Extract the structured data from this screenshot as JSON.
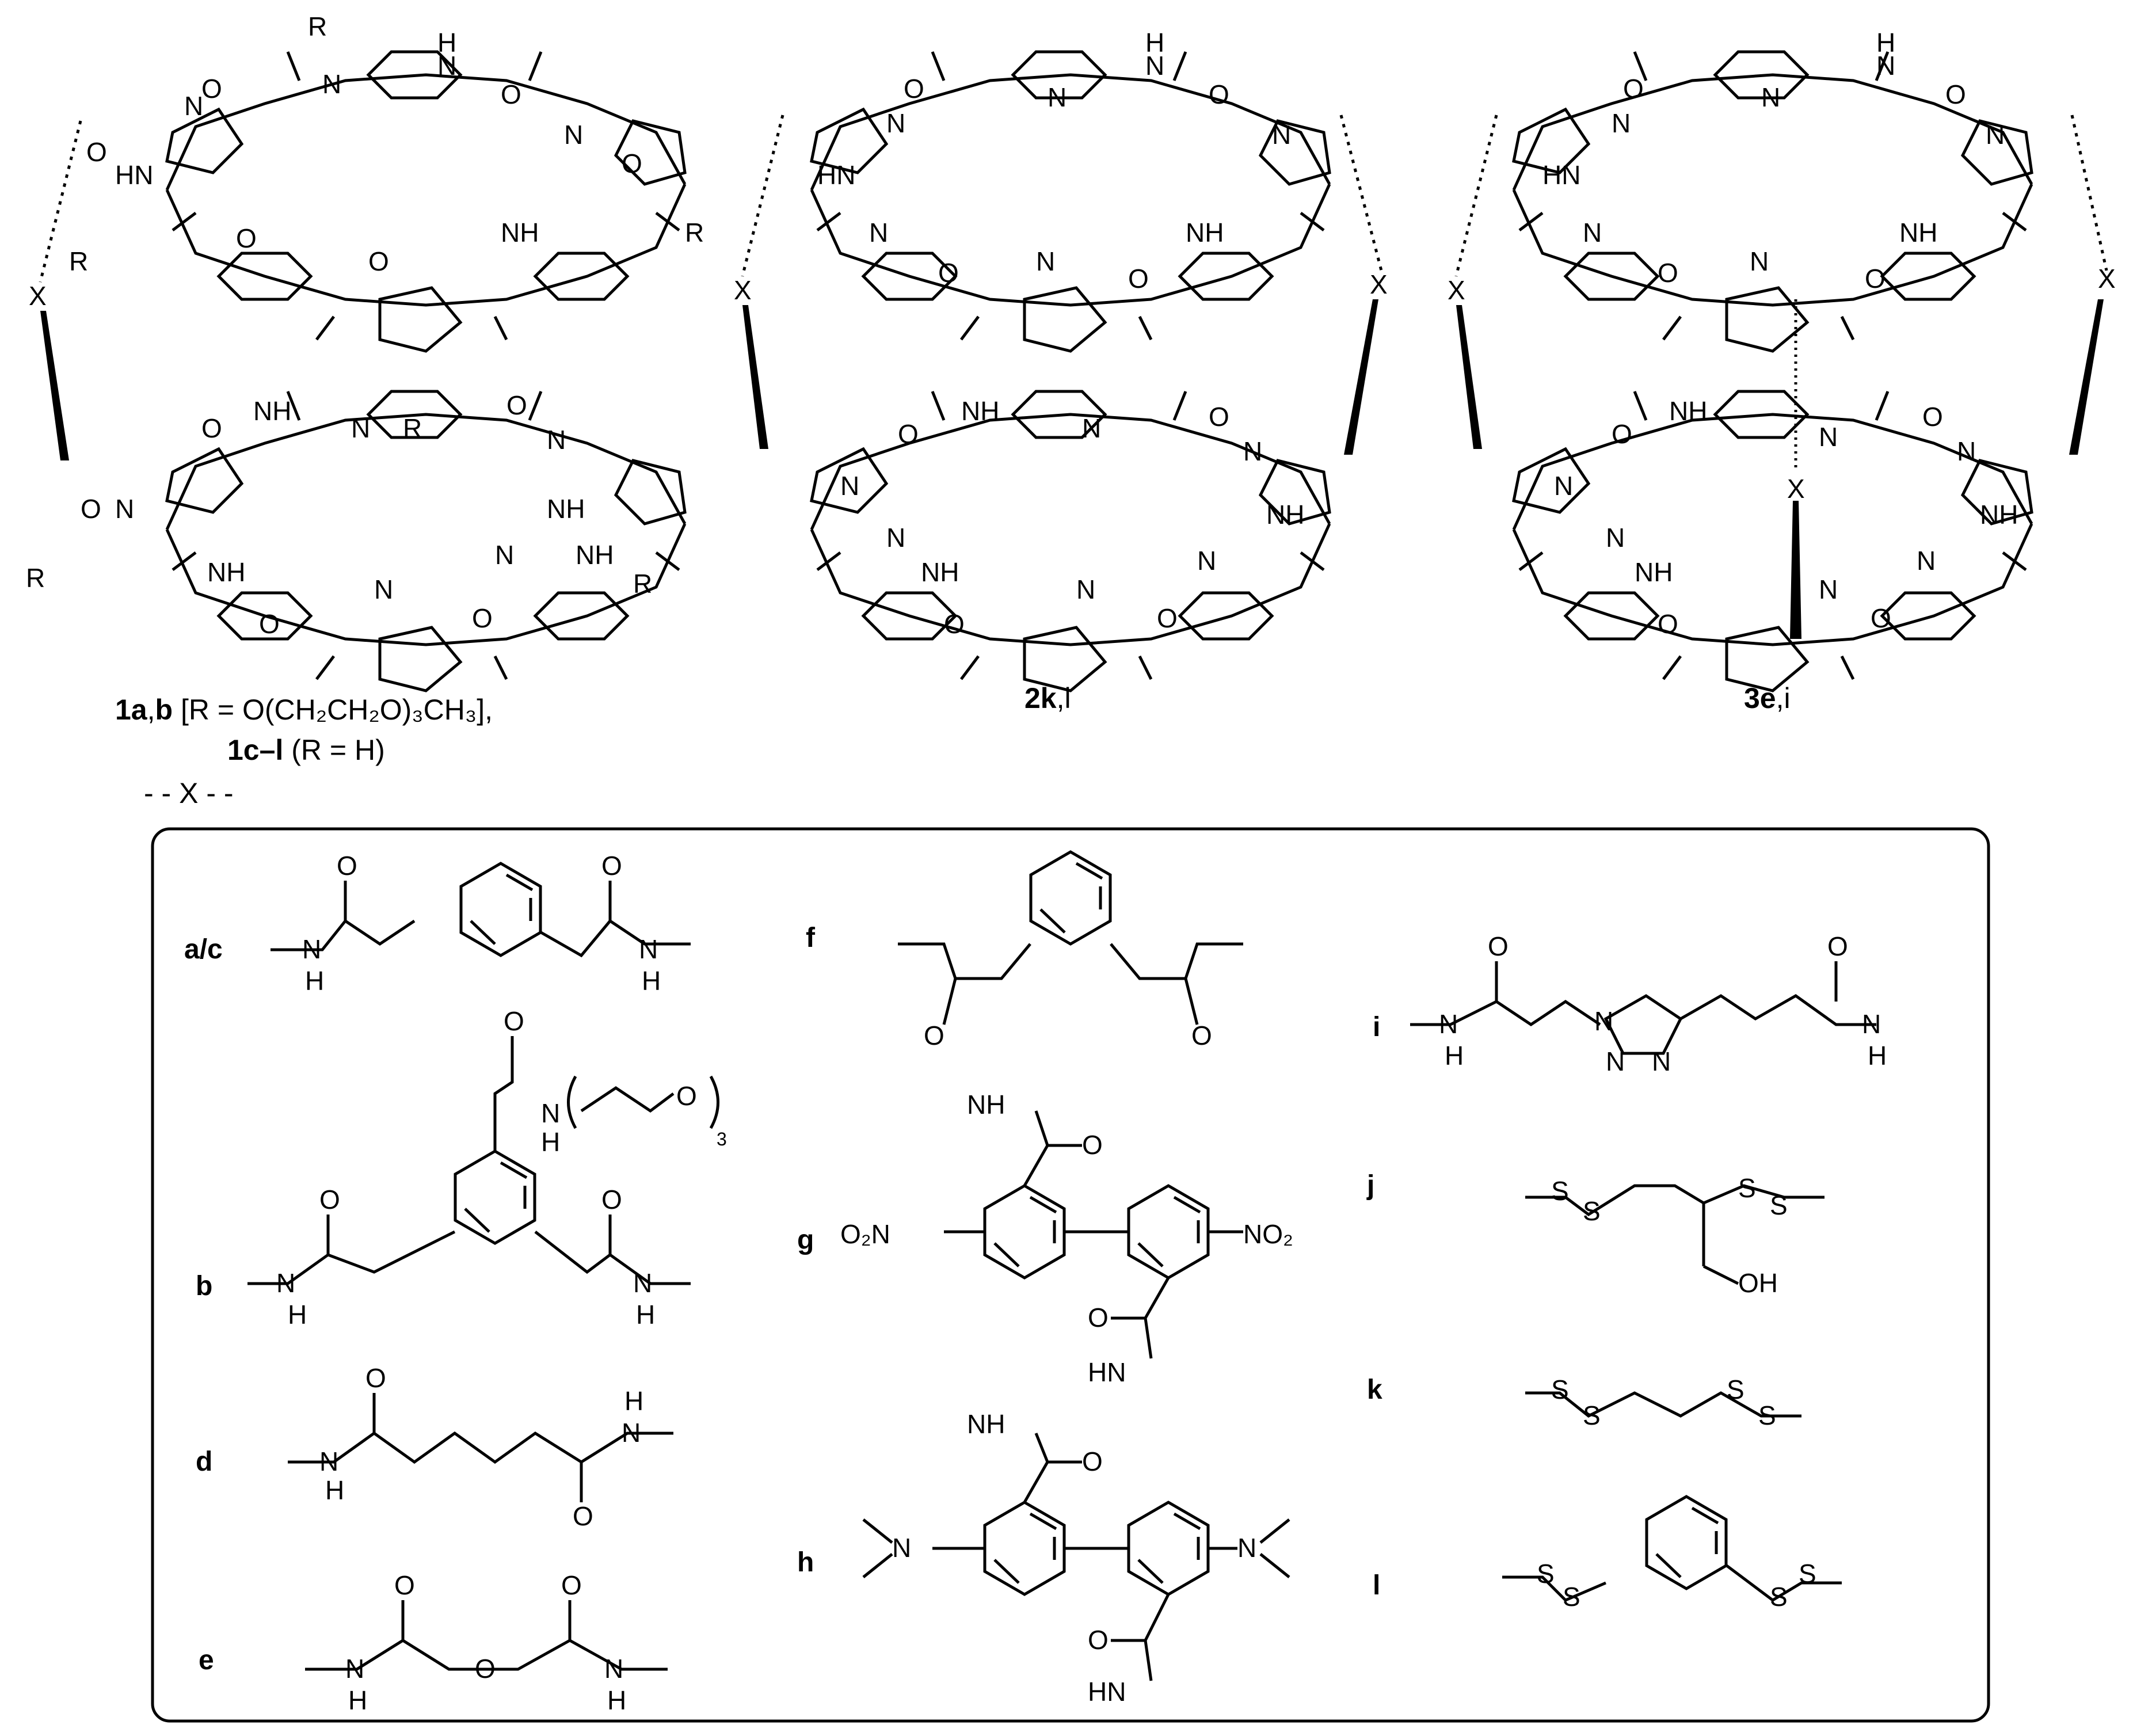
{
  "compounds": [
    {
      "id": "1",
      "caption_line1_bold": "1a",
      "caption_line1_sep": ",",
      "caption_line1_bold2": "b",
      "caption_line1_rest": " [R = O(CH₂CH₂O)₃CH₃],",
      "caption_line2_bold": "1c–l",
      "caption_line2_rest": " (R = H)",
      "r_label": "R"
    },
    {
      "id": "2",
      "caption_bold": "2k",
      "caption_rest": ",l"
    },
    {
      "id": "3",
      "caption_bold": "3e",
      "caption_rest": ",i"
    }
  ],
  "atoms": {
    "N": "N",
    "H": "H",
    "O": "O",
    "X": "X",
    "NH": "NH",
    "HN": "HN",
    "S": "S",
    "OH": "OH",
    "O2N": "O₂N",
    "NO2": "NO₂"
  },
  "linker_legend_title": "- - X - -",
  "linkers": [
    {
      "id": "a/c"
    },
    {
      "id": "b"
    },
    {
      "id": "d"
    },
    {
      "id": "e"
    },
    {
      "id": "f"
    },
    {
      "id": "g"
    },
    {
      "id": "h"
    },
    {
      "id": "i"
    },
    {
      "id": "j"
    },
    {
      "id": "k"
    },
    {
      "id": "l"
    }
  ],
  "peg_repeat": "3"
}
